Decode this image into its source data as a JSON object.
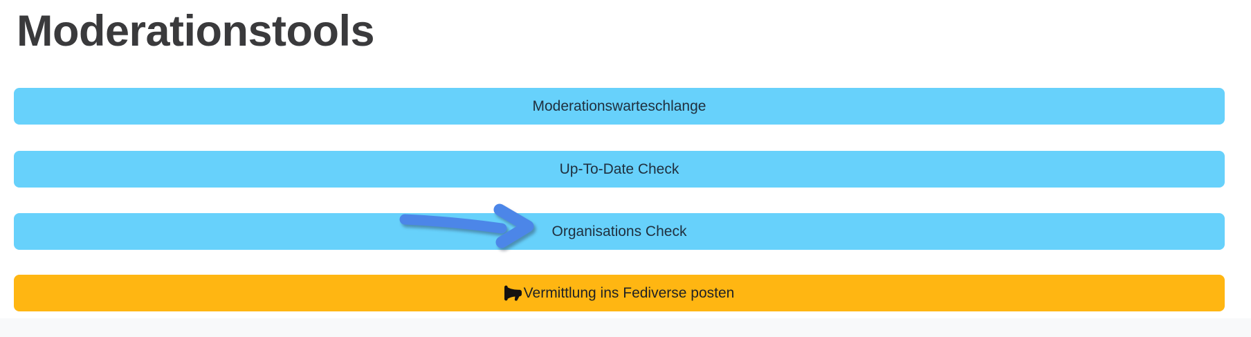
{
  "page": {
    "title": "Moderationstools"
  },
  "buttons": [
    {
      "label": "Moderationswarteschlange",
      "variant": "primary"
    },
    {
      "label": "Up-To-Date Check",
      "variant": "primary"
    },
    {
      "label": "Organisations Check",
      "variant": "primary",
      "annotated_by": "arrow-annotation"
    },
    {
      "label": "Vermittlung ins Fediverse posten",
      "variant": "warning",
      "icon": "megaphone-icon"
    }
  ],
  "annotation": {
    "type": "arrow",
    "points_to": "Organisations Check",
    "direction": "right",
    "color": "#4c86e8"
  },
  "colors": {
    "primary_button_bg": "#67d1fb",
    "primary_button_text": "#20303f",
    "warning_button_bg": "#ffb612",
    "warning_button_text": "#1e2125",
    "title_text": "#3a3a3c",
    "arrow": "#4c86e8",
    "footer_strip_bg": "#f8f9fa",
    "page_bg": "#ffffff"
  }
}
